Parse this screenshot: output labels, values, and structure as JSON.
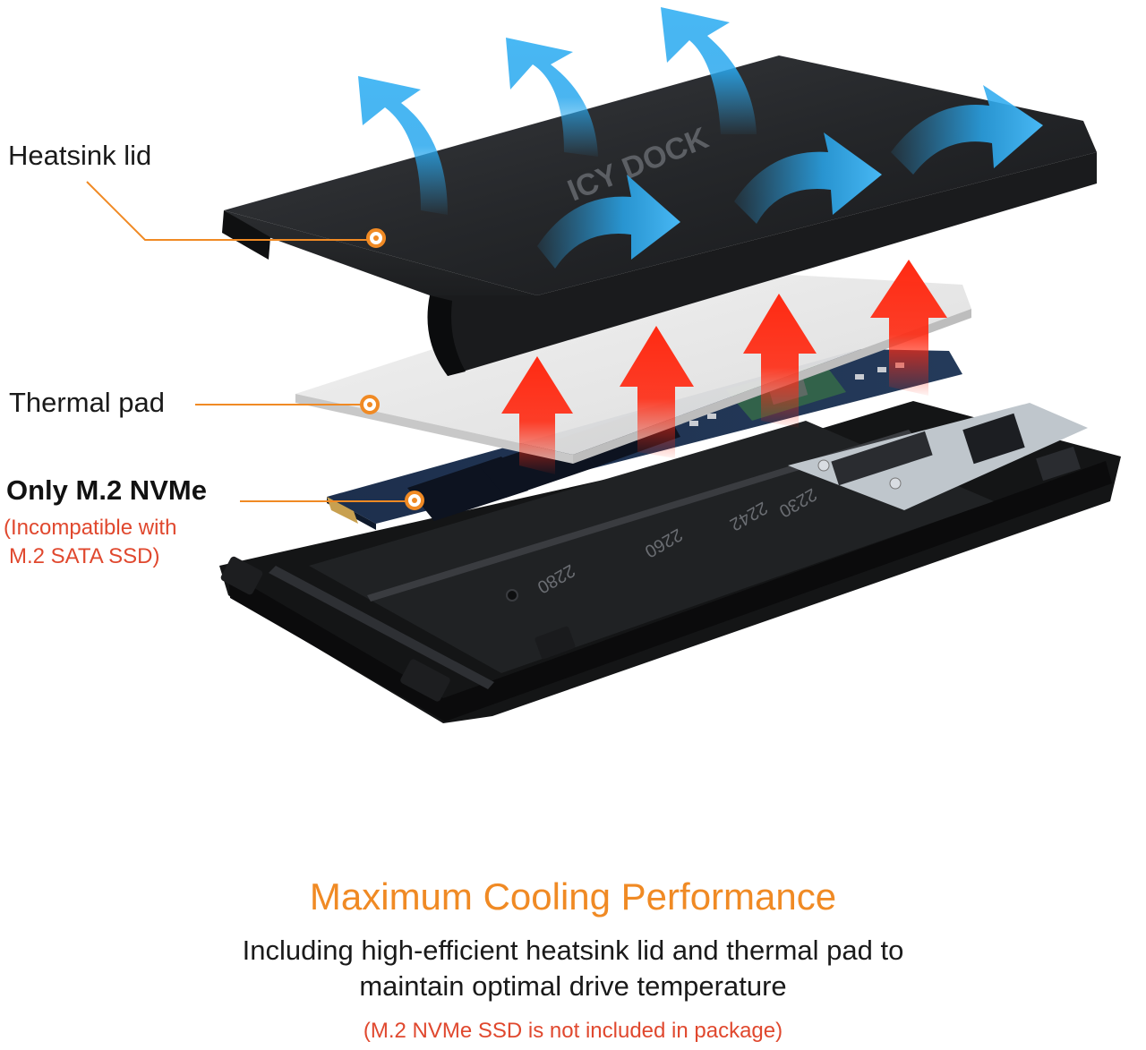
{
  "callouts": {
    "heatsink_lid": "Heatsink lid",
    "thermal_pad": "Thermal pad",
    "nvme": "Only M.2 NVMe",
    "incompatible_line1": "(Incompatible with",
    "incompatible_line2": "M.2 SATA SSD)"
  },
  "brand_logo": "ICY DOCK",
  "tray_markings": [
    "2230",
    "2242",
    "2260",
    "2280"
  ],
  "headline": "Maximum Cooling Performance",
  "description_line1": "Including high-efficient heatsink lid and thermal pad to",
  "description_line2": "maintain optimal drive temperature",
  "footnote": "(M.2 NVMe SSD is not included in package)",
  "colors": {
    "accent_orange": "#f08a24",
    "note_red": "#e0482e",
    "hot_arrow": "#ff2a12",
    "cool_arrow": "#2aa8ee",
    "lid_black": "#1c1d1f",
    "pcb_blue": "#1b2d4a"
  }
}
